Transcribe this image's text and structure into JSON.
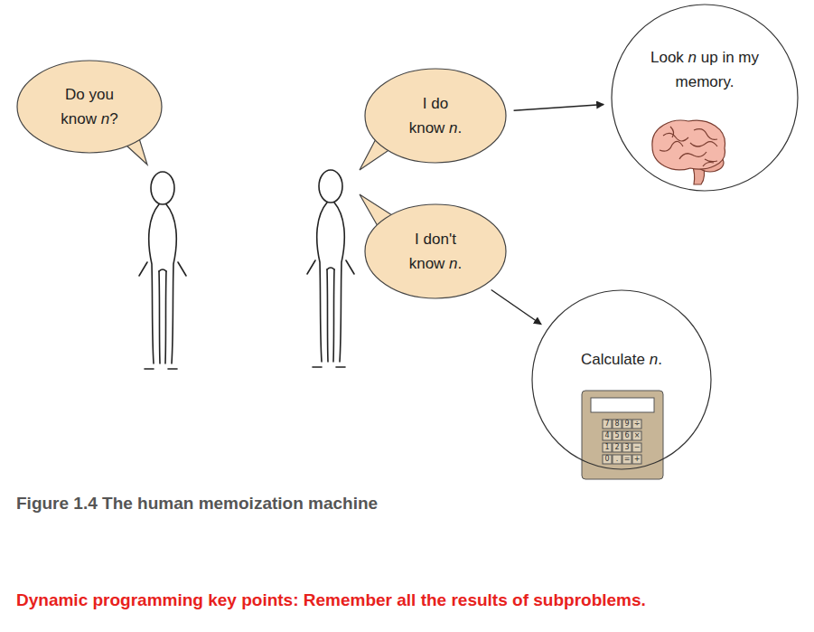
{
  "diagram": {
    "caption": "Figure 1.4 The human memoization machine",
    "nodes": [
      {
        "text": [
          "Do you know n?"
        ]
      },
      {
        "text": [
          "I do know n."
        ]
      },
      {
        "text": [
          "I don't know n."
        ]
      },
      {
        "text": [
          "Look n up in my memory."
        ]
      },
      {
        "text": [
          "Calculate n."
        ]
      }
    ],
    "edges": [
      {
        "from": 1,
        "to": 3,
        "arrow": "to"
      },
      {
        "from": 2,
        "to": 4,
        "arrow": "to"
      }
    ],
    "labels": [
      "7",
      "8",
      "9",
      "÷",
      "4",
      "5",
      "6",
      "×",
      "1",
      "2",
      "3",
      "−",
      "0",
      ".",
      "=",
      "+",
      "Dynamic programming key points: Remember all the results of subproblems."
    ]
  }
}
